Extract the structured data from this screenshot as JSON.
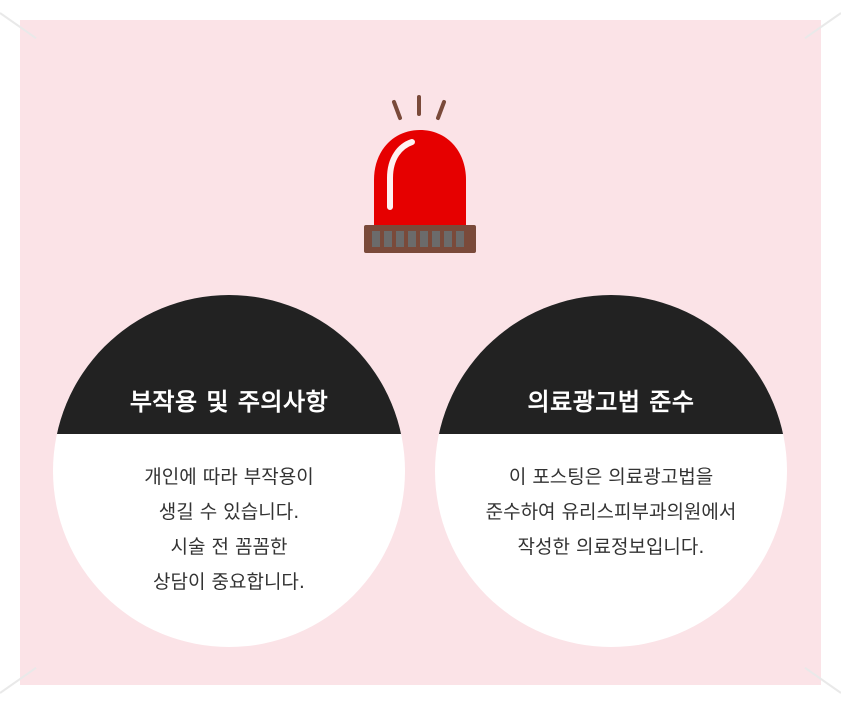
{
  "colors": {
    "panel_background": "#fbe3e7",
    "circle_header": "#222222",
    "siren_red": "#e60000",
    "siren_base": "#7a4a3a",
    "siren_rays": "#7a4a3a"
  },
  "icons": {
    "alert": "siren-icon"
  },
  "left_card": {
    "title": "부작용 및 주의사항",
    "lines": [
      "개인에 따라 부작용이",
      "생길 수 있습니다.",
      "시술 전 꼼꼼한",
      "상담이 중요합니다."
    ]
  },
  "right_card": {
    "title": "의료광고법 준수",
    "lines": [
      "이 포스팅은 의료광고법을",
      "준수하여 유리스피부과의원에서",
      "작성한 의료정보입니다."
    ]
  }
}
